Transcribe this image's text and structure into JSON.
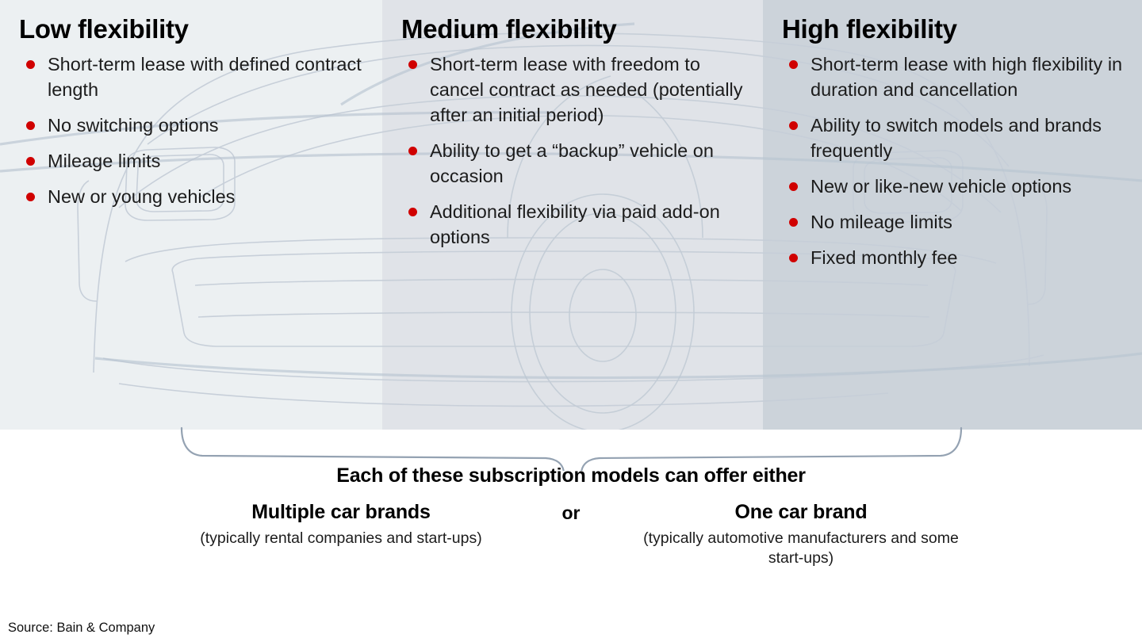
{
  "columns": [
    {
      "id": "low",
      "title": "Low flexibility",
      "background": "#ecf0f2",
      "bullets": [
        "Short-term lease with defined contract length",
        "No switching options",
        "Mileage limits",
        "New or young vehicles"
      ]
    },
    {
      "id": "medium",
      "title": "Medium flexibility",
      "background": "#e0e3e8",
      "bullets": [
        "Short-term lease with freedom to cancel contract as needed (potentially after an initial period)",
        "Ability to get a “backup” vehicle on occasion",
        "Additional flexibility via paid add-on options"
      ]
    },
    {
      "id": "high",
      "title": "High flexibility",
      "background": "#ccd3da",
      "bullets": [
        "Short-term lease with high flexibility in duration and cancellation",
        "Ability to switch models and brands frequently",
        "New or like-new vehicle options",
        "No mileage limits",
        "Fixed monthly fee"
      ]
    }
  ],
  "bottom": {
    "headline": "Each of these subscription models can offer either",
    "conjunction": "or",
    "left": {
      "title": "Multiple car brands",
      "subtitle": "(typically rental companies and start-ups)"
    },
    "right": {
      "title": "One car brand",
      "subtitle": "(typically automotive manufacturers and some start-ups)"
    }
  },
  "source": "Source: Bain & Company",
  "colors": {
    "bullet_red": "#d00000",
    "brace_line": "#94a2b2",
    "watermark_line": "#c3ccd6",
    "text": "#1c1c1c"
  }
}
